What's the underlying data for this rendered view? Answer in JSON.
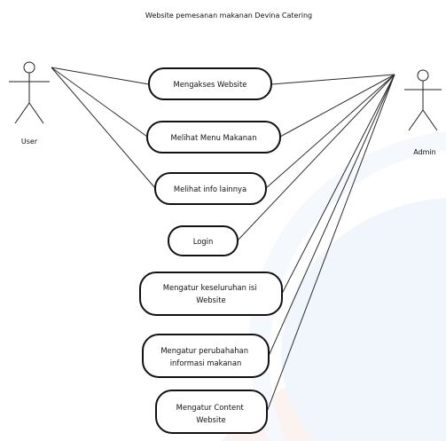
{
  "title": "Website pemesanan makanan Devina Catering",
  "actors": {
    "user": "User",
    "admin": "Admin"
  },
  "use_cases": [
    "Mengakses Website",
    "Melihat Menu Makanan",
    "Melihat info lainnya",
    "Login",
    "Mengatur keseluruhan isi Website",
    "Mengatur perubahahan informasi makanan",
    "Mengatur Content Website"
  ],
  "colors": {
    "watermark_blue": "#cfe0f5",
    "watermark_red": "#f6d3c8",
    "line": "#2c2c2c",
    "outline": "#111111"
  }
}
